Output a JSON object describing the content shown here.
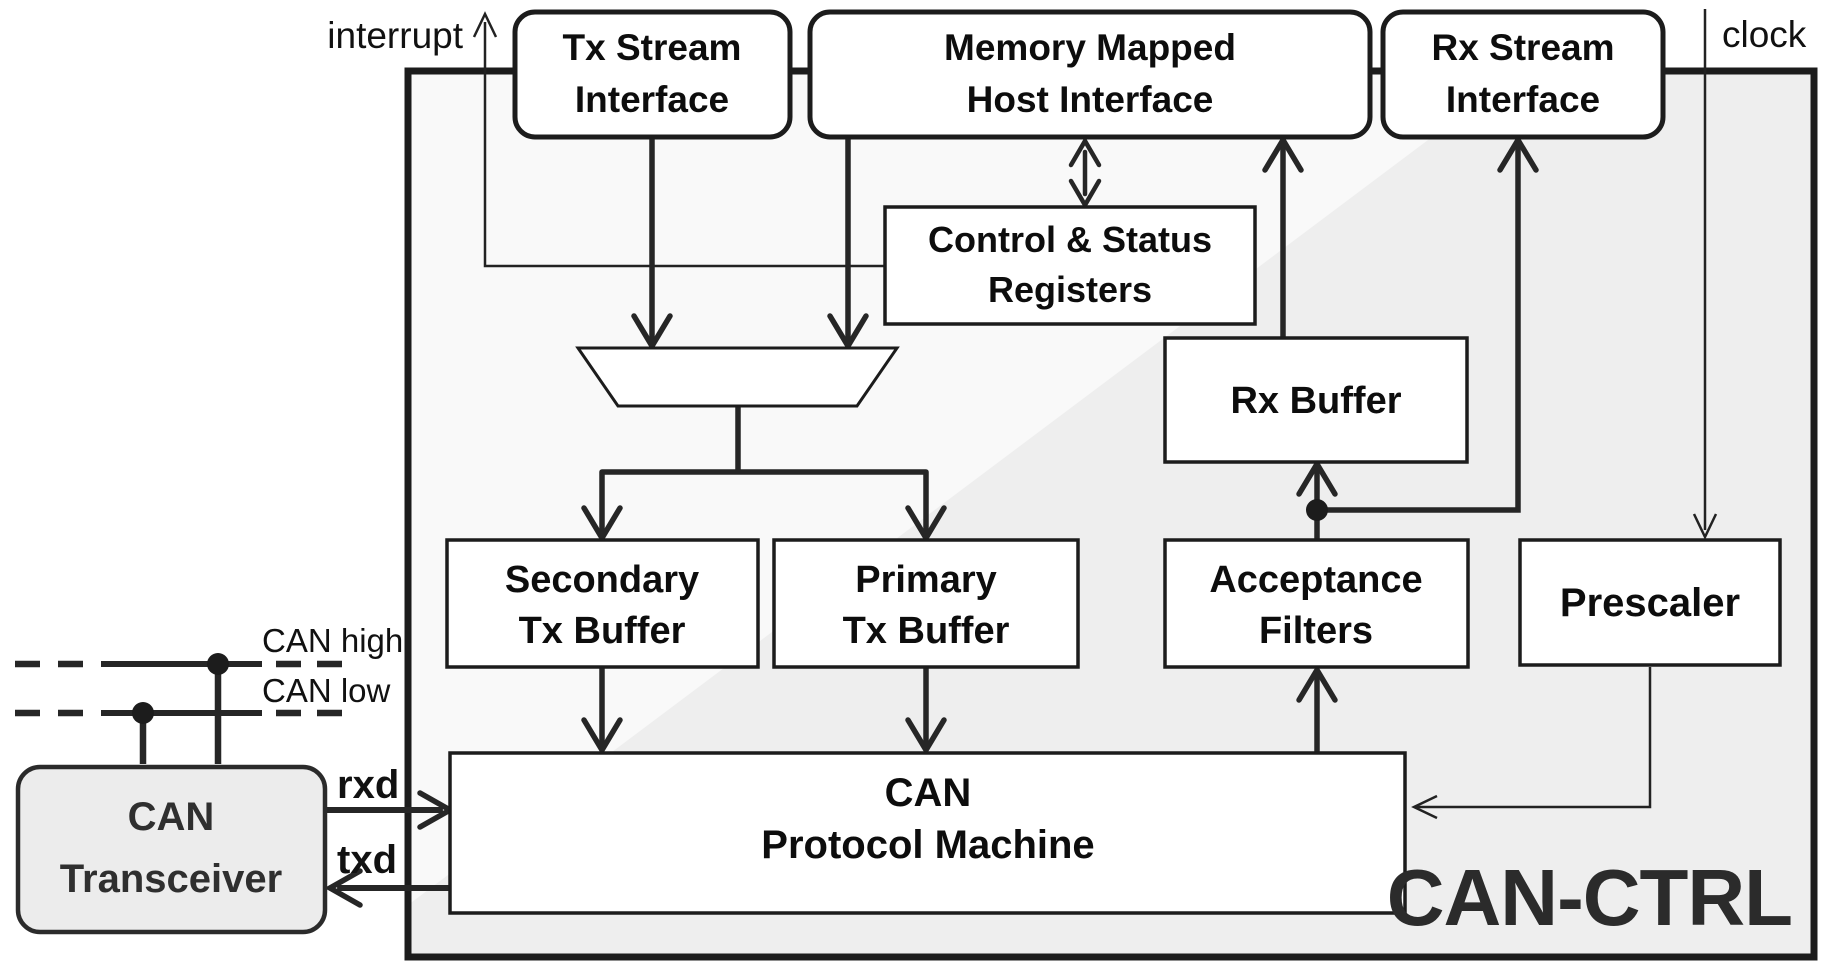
{
  "diagram": {
    "title": "CAN-CTRL",
    "colors": {
      "ink": "#1f1f1f",
      "wire": "#262626",
      "box_fill": "#ffffff",
      "panel_fill": "#efefef",
      "panel_highlight": "#fafafa",
      "transceiver_fill": "#ececec",
      "title_ink": "#2b2b2b"
    },
    "external_labels": {
      "interrupt": "interrupt",
      "clock": "clock",
      "can_high": "CAN high",
      "can_low": "CAN low",
      "rxd": "rxd",
      "txd": "txd"
    },
    "blocks": {
      "tx_stream": {
        "lines": [
          "Tx Stream",
          "Interface"
        ]
      },
      "memory_mapped": {
        "lines": [
          "Memory Mapped",
          "Host Interface"
        ]
      },
      "rx_stream": {
        "lines": [
          "Rx Stream",
          "Interface"
        ]
      },
      "csr": {
        "lines": [
          "Control & Status",
          "Registers"
        ]
      },
      "rx_buffer": {
        "lines": [
          "Rx Buffer"
        ]
      },
      "secondary_tx_buffer": {
        "lines": [
          "Secondary",
          "Tx Buffer"
        ]
      },
      "primary_tx_buffer": {
        "lines": [
          "Primary",
          "Tx Buffer"
        ]
      },
      "acceptance_filters": {
        "lines": [
          "Acceptance",
          "Filters"
        ]
      },
      "prescaler": {
        "lines": [
          "Prescaler"
        ]
      },
      "protocol_machine": {
        "lines": [
          "CAN",
          "Protocol Machine"
        ]
      },
      "transceiver": {
        "lines": [
          "CAN",
          "Transceiver"
        ]
      }
    }
  }
}
